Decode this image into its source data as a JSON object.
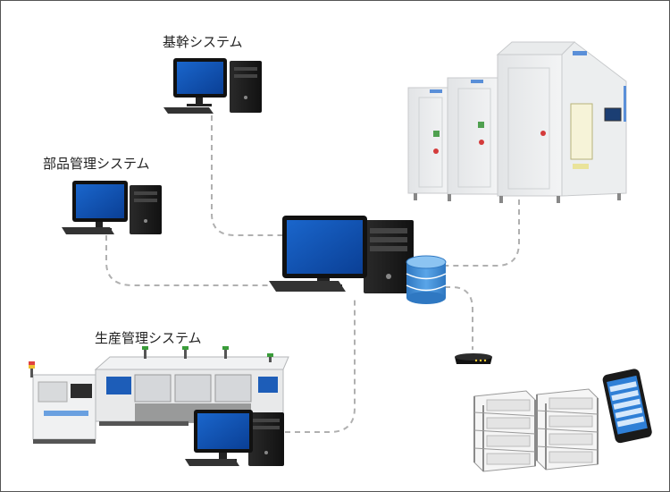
{
  "labels": {
    "core_system": "基幹システム",
    "parts_system": "部品管理システム",
    "production_system": "生産管理システム"
  },
  "colors": {
    "monitor_blue": "#0b4fb0",
    "connector": "#b0b0b0",
    "database": "#3a87d0",
    "tower": "#1e1e1e"
  },
  "icons": [
    "desktop-pc-icon",
    "database-icon",
    "router-icon",
    "storage-rack-icon",
    "smartphone-icon",
    "smt-line-icon",
    "warehouse-machine-icon"
  ]
}
